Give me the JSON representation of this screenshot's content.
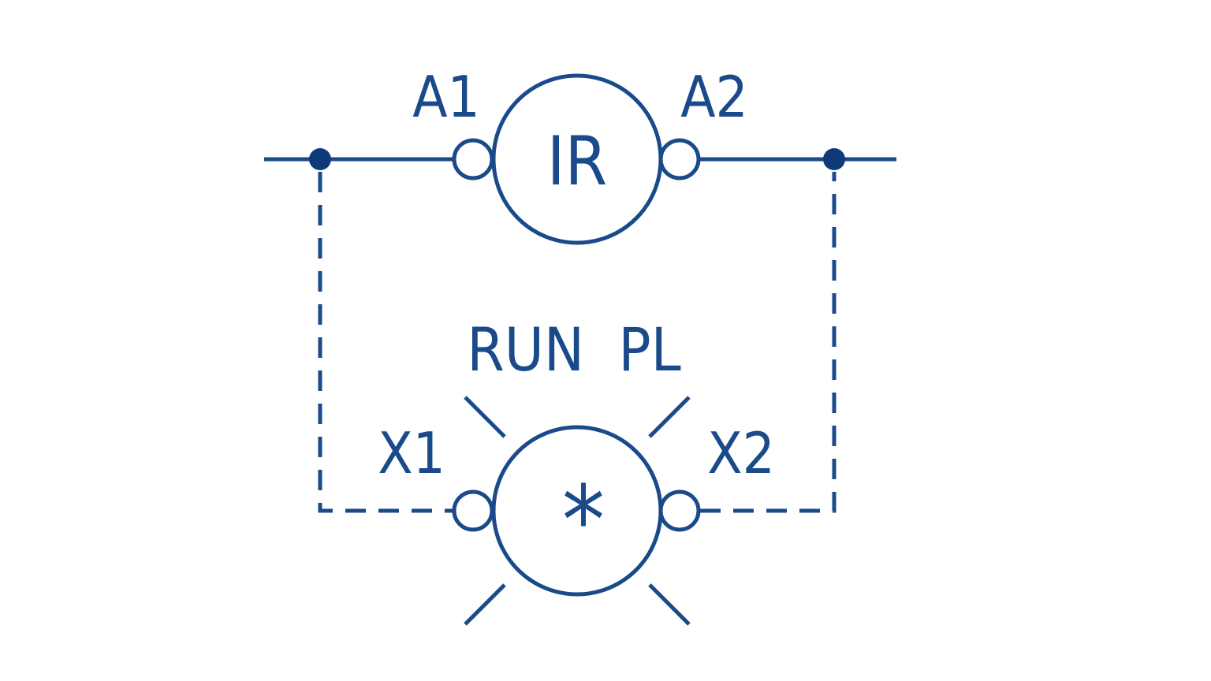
{
  "colors": {
    "line": "#1a4a8a",
    "node": "#0f3a78",
    "background": "#ffffff"
  },
  "relay": {
    "label": "IR",
    "terminal_left": "A1",
    "terminal_right": "A2"
  },
  "pilot_light": {
    "label": "RUN  PL",
    "symbol": "*",
    "terminal_left": "X1",
    "terminal_right": "X2"
  }
}
